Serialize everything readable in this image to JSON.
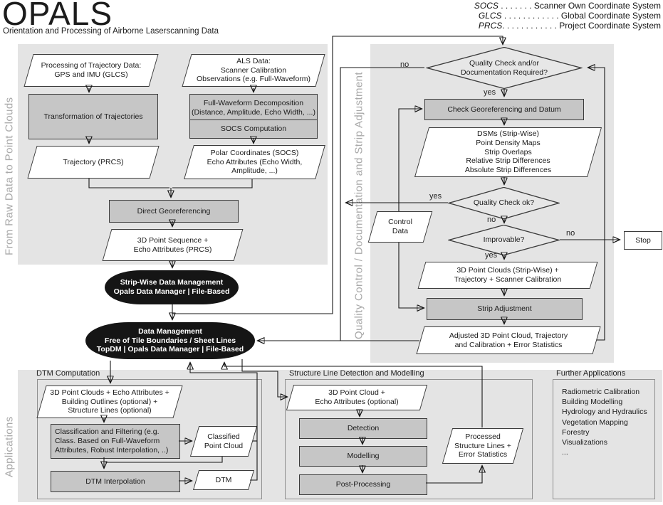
{
  "title": "OPALS",
  "subtitle": "Orientation and Processing of Airborne Laserscanning Data",
  "legend": {
    "rows": [
      {
        "abbr": "SOCS",
        "dots": " . . . . . . . ",
        "name": "Scanner Own Coordinate System"
      },
      {
        "abbr": "GLCS",
        "dots": " . . . . . . . . . . . . ",
        "name": "Global Coordinate System"
      },
      {
        "abbr": "PRCS",
        "dots": ". . . . . . . . . . . . ",
        "name": "Project Coordinate System"
      }
    ]
  },
  "sections": {
    "raw": "From Raw Data to Point Clouds",
    "quality": "Quality Control / Documentation and Strip Adjustment",
    "applications": "Applications",
    "dtm": "DTM Computation",
    "structure": "Structure Line Detection and Modelling",
    "further": "Further Applications"
  },
  "labels": {
    "yes": "yes",
    "no": "no"
  },
  "nodes": {
    "traj_input": "Processing of Trajectory Data:\nGPS and IMU (GLCS)",
    "transform_traj": "Transformation of Trajectories",
    "trajectory": "Trajectory (PRCS)",
    "als_data": "ALS Data:\nScanner Calibration\nObservations (e.g. Full-Waveform)",
    "fw_decomp": "Full-Waveform Decomposition\n(Distance, Amplitude, Echo Width, ...)",
    "socs_comp": "SOCS Computation",
    "polar_coords": "Polar Coordinates (SOCS)\nEcho Attributes (Echo Width,\nAmplitude, ...)",
    "direct_geo": "Direct Georeferencing",
    "point_seq": "3D Point Sequence +\nEcho Attributes (PRCS)",
    "swdm": "Strip-Wise Data Management\nOpals Data Manager | File-Based",
    "data_mgmt": "Data Management\nFree of Tile Boundaries / Sheet Lines\nTopDM | Opals Data Manager | File-Based",
    "quality_check_required": "Quality Check and/or\nDocumentation Required?",
    "check_geo": "Check Georeferencing and Datum",
    "dsms": "DSMs (Strip-Wise)\nPoint Density Maps\nStrip Overlaps\nRelative Strip Differences\nAbsolute Strip Differences",
    "quality_check_ok": "Quality Check ok?",
    "improvable": "Improvable?",
    "control_data": "Control\nData",
    "point_clouds_strips": "3D Point Clouds (Strip-Wise) +\nTrajectory + Scanner Calibration",
    "strip_adjustment": "Strip Adjustment",
    "adjusted_cloud": "Adjusted 3D Point Cloud, Trajectory\nand Calibration + Error Statistics",
    "stop": "Stop",
    "dtm_input": "3D Point Clouds + Echo Attributes +\nBuilding Outlines (optional) +\nStructure Lines (optional)",
    "classification": "Classification and Filtering (e.g.\nClass. Based on Full-Waveform\nAttributes, Robust Interpolation, ..)",
    "classified_pc": "Classified\nPoint Cloud",
    "dtm_interpolation": "DTM Interpolation",
    "dtm": "DTM",
    "sl_input": "3D Point Cloud +\nEcho Attributes (optional)",
    "detection": "Detection",
    "modelling": "Modelling",
    "post_processing": "Post-Processing",
    "processed_sl": "Processed\nStructure Lines +\nError Statistics"
  },
  "further_list": "Radiometric Calibration\nBuilding Modelling\nHydrology and Hydraulics\nVegetation Mapping\nForestry\nVisualizations\n..."
}
